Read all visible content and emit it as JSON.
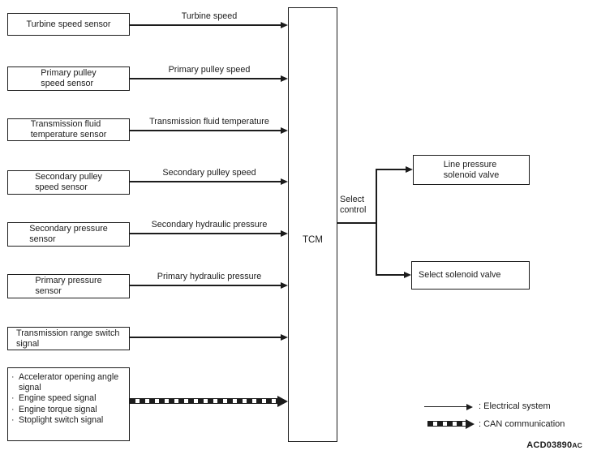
{
  "diagram": {
    "background_color": "#ffffff",
    "line_color": "#1c1c1c",
    "tcm": {
      "label": "TCM"
    },
    "select_control": {
      "label": "Select\ncontrol"
    },
    "sensors": [
      {
        "label": "Turbine speed sensor",
        "signal": "Turbine speed"
      },
      {
        "label": "Primary pulley\nspeed sensor",
        "signal": "Primary pulley speed"
      },
      {
        "label": "Transmission fluid\ntemperature sensor",
        "signal": "Transmission fluid temperature"
      },
      {
        "label": "Secondary pulley\nspeed sensor",
        "signal": "Secondary pulley speed"
      },
      {
        "label": "Secondary pressure\nsensor",
        "signal": "Secondary hydraulic pressure"
      },
      {
        "label": "Primary pressure\nsensor",
        "signal": "Primary hydraulic pressure"
      },
      {
        "label": "Transmission range switch\nsignal",
        "signal": ""
      }
    ],
    "can_box": {
      "bullet": "·",
      "items": [
        "Accelerator opening angle signal",
        "Engine speed signal",
        "Engine torque signal",
        "Stoplight switch signal"
      ]
    },
    "outputs": [
      {
        "label": "Line pressure\nsolenoid valve"
      },
      {
        "label": "Select solenoid valve"
      }
    ],
    "legend": {
      "electrical_label": ": Electrical system",
      "can_label": ": CAN communication"
    },
    "figure_code": "ACD03890",
    "figure_code_suffix": "AC"
  }
}
